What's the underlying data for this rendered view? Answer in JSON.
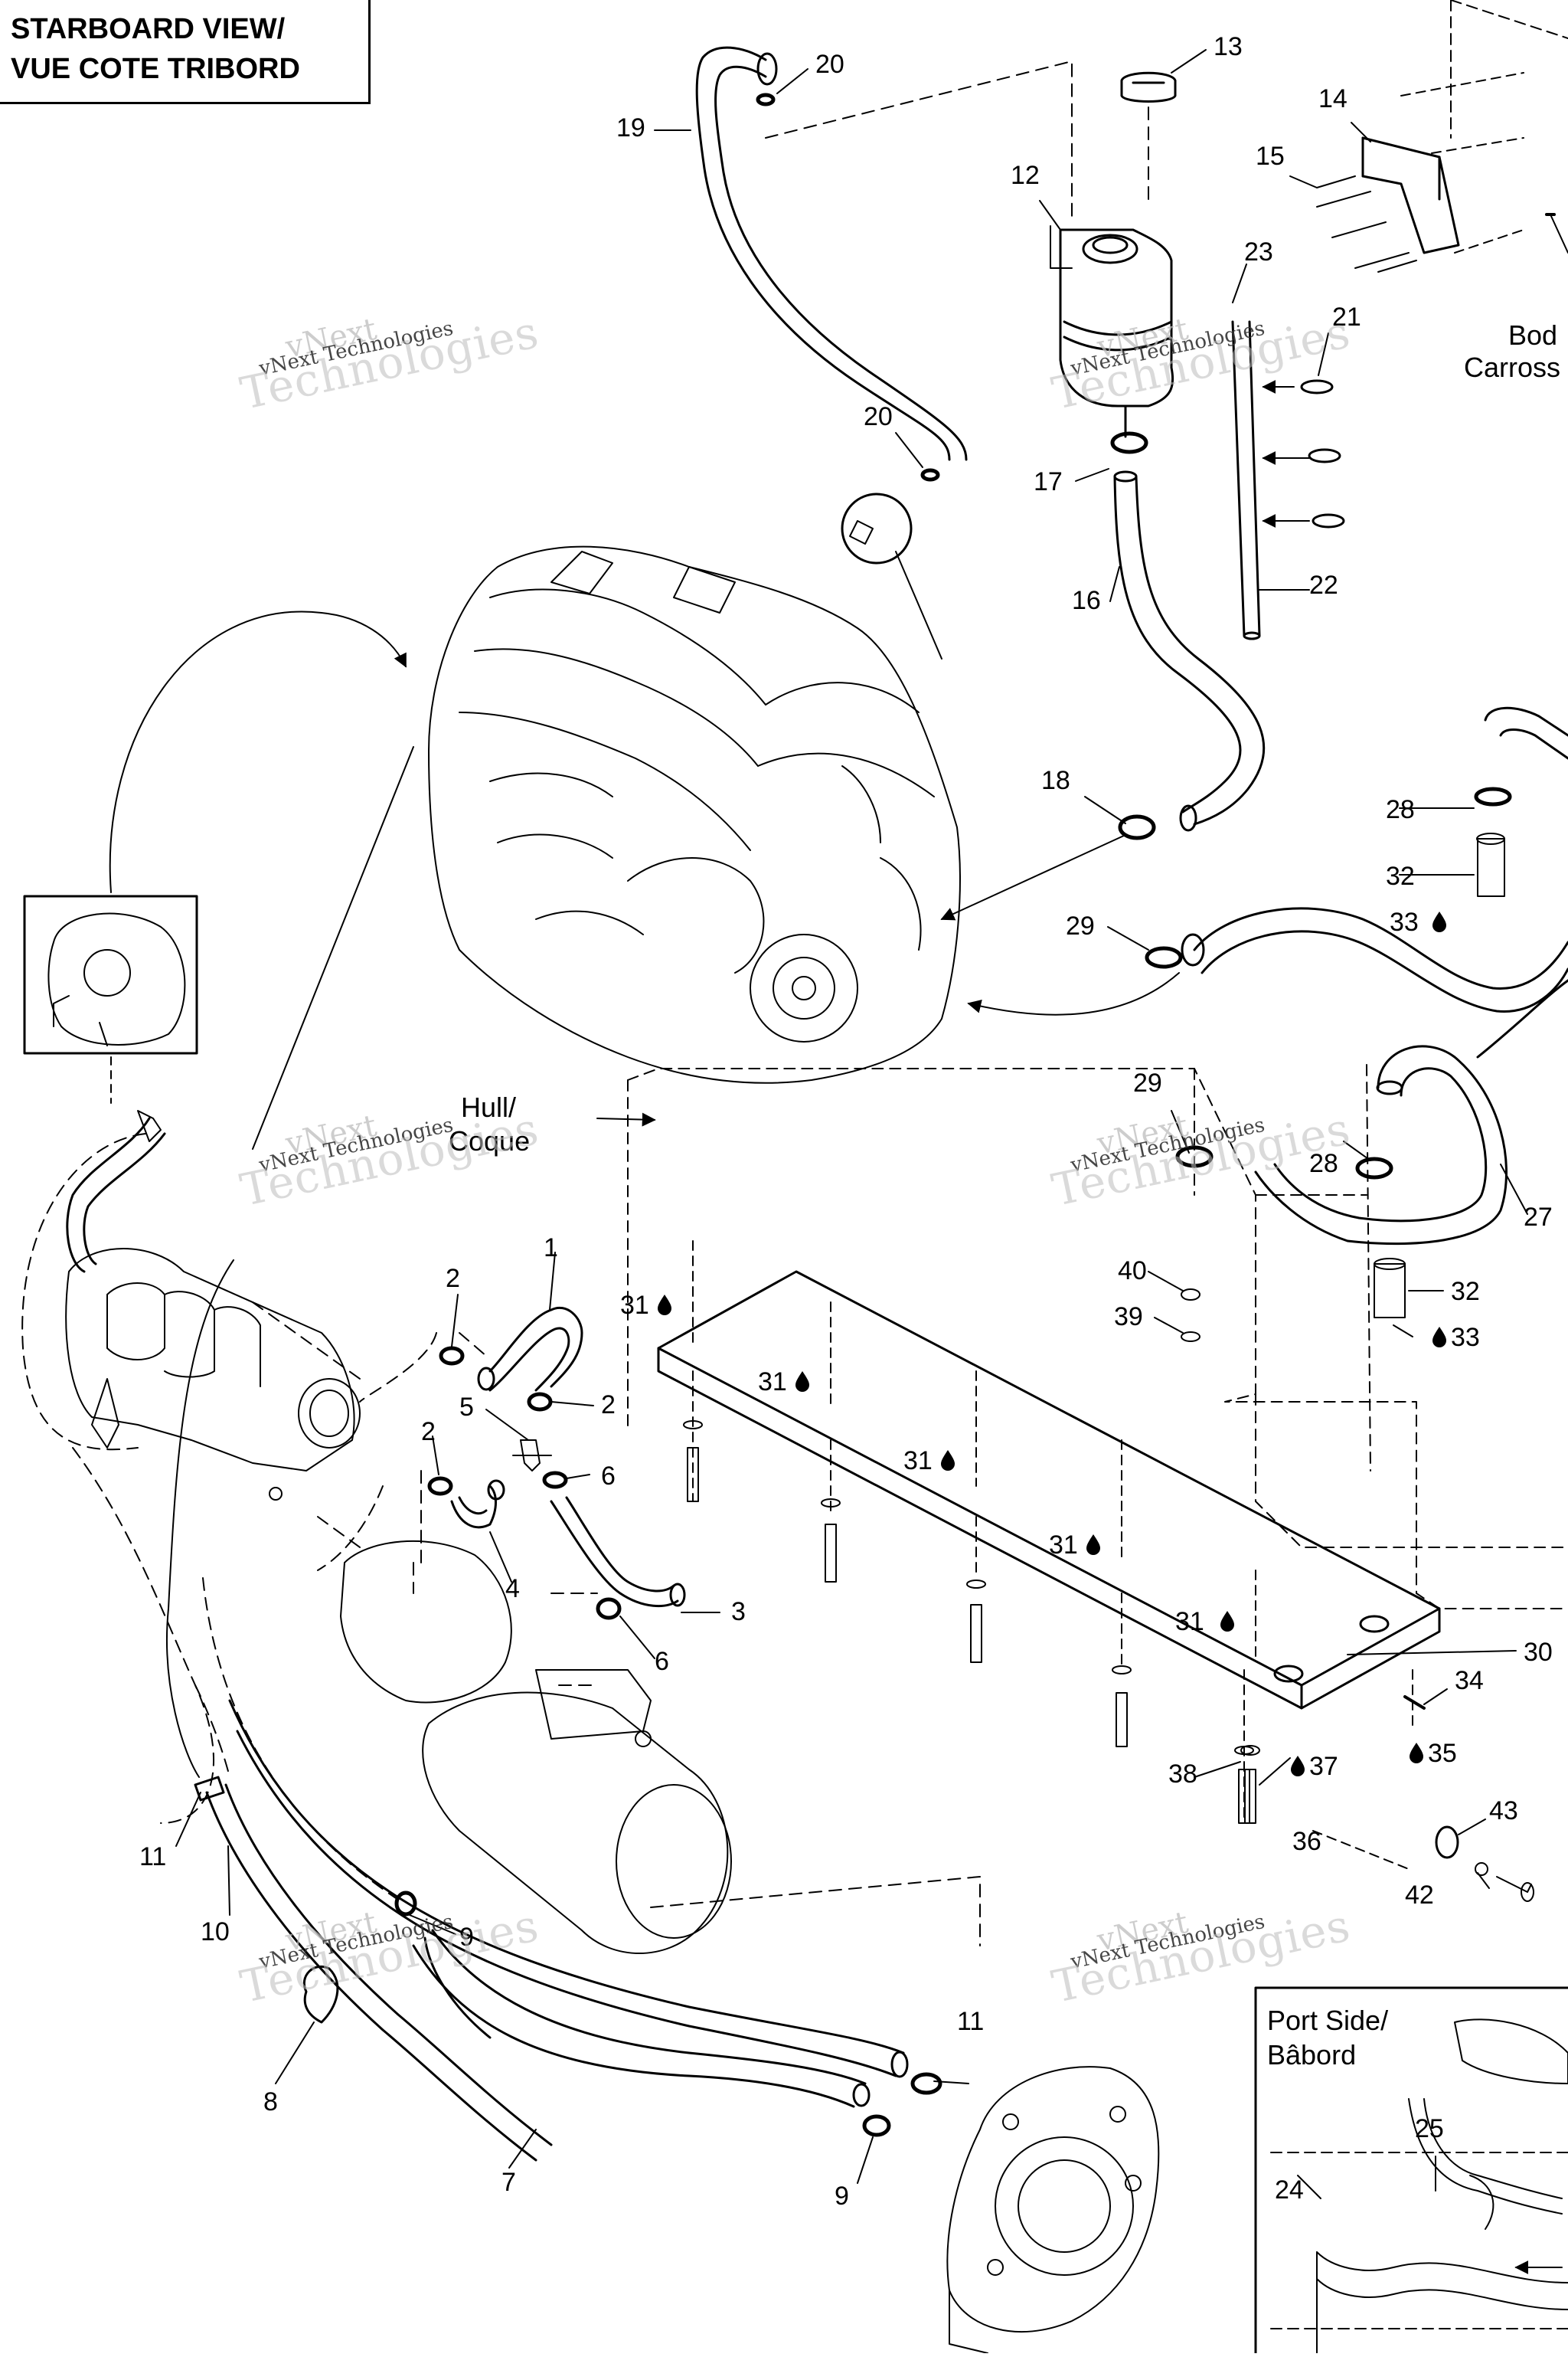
{
  "title": {
    "line1": "STARBOARD VIEW/",
    "line2": "VUE COTE TRIBORD"
  },
  "watermark": {
    "line1": "vNext",
    "line2": "vNext Technologies",
    "line3": "Technologies"
  },
  "labels": {
    "hull": [
      "Hull/",
      "Coque"
    ],
    "body": [
      "Bod",
      "Carross"
    ],
    "port": [
      "Port Side/",
      "Bâbord"
    ]
  },
  "callouts": {
    "c1": "1",
    "c2a": "2",
    "c2b": "2",
    "c2c": "2",
    "c3": "3",
    "c4": "4",
    "c5": "5",
    "c6a": "6",
    "c6b": "6",
    "c7": "7",
    "c8": "8",
    "c9a": "9",
    "c9b": "9",
    "c10": "10",
    "c11a": "11",
    "c11b": "11",
    "c12": "12",
    "c13": "13",
    "c14": "14",
    "c15": "15",
    "c16": "16",
    "c17": "17",
    "c18": "18",
    "c19": "19",
    "c20a": "20",
    "c20b": "20",
    "c21": "21",
    "c22": "22",
    "c23": "23",
    "c24": "24",
    "c25": "25",
    "c27": "27",
    "c28a": "28",
    "c28b": "28",
    "c29a": "29",
    "c29b": "29",
    "c30": "30",
    "c31a": "31",
    "c31b": "31",
    "c31c": "31",
    "c31d": "31",
    "c31e": "31",
    "c32a": "32",
    "c32b": "32",
    "c33a": "33",
    "c33b": "33",
    "c34": "34",
    "c35": "35",
    "c36": "36",
    "c37": "37",
    "c38": "38",
    "c39": "39",
    "c40": "40",
    "c42": "42",
    "c43": "43"
  },
  "icons": {
    "drop": "oil-drop-icon"
  },
  "colors": {
    "line": "#000000",
    "watermark": "#bdbdbd",
    "background": "#ffffff"
  }
}
